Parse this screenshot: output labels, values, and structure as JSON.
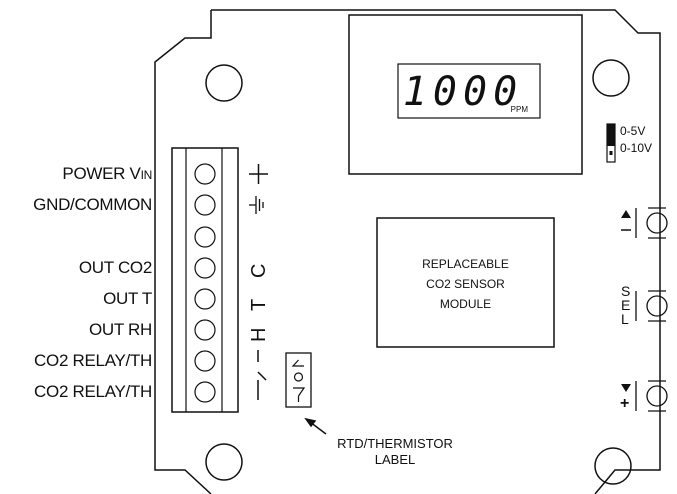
{
  "display": {
    "reading": "1000",
    "unit": "PPM"
  },
  "jumper": {
    "option_1": "0-5V",
    "option_2": "0-10V"
  },
  "terminal_labels": [
    {
      "name": "POWER V",
      "subscript": "IN"
    },
    {
      "name": "GND/COMMON"
    },
    {
      "name": "OUT CO2"
    },
    {
      "name": "OUT T"
    },
    {
      "name": "OUT RH"
    },
    {
      "name": "CO2 RELAY/TH"
    },
    {
      "name": "CO2 RELAY/TH"
    }
  ],
  "terminal_symbols": {
    "co2": "C",
    "temp": "T",
    "rh": "H"
  },
  "sensor_module": {
    "line1": "REPLACEABLE",
    "line2": "CO2 SENSOR",
    "line3": "MODULE"
  },
  "buttons": {
    "select_label": "SEL"
  },
  "rtd_label": {
    "line1": "RTD/THERMISTOR",
    "line2": "LABEL"
  },
  "icons": [
    "up-arrow-icon",
    "down-arrow-icon",
    "plus-icon",
    "ground-icon",
    "switch-icon",
    "thermistor-icon"
  ]
}
